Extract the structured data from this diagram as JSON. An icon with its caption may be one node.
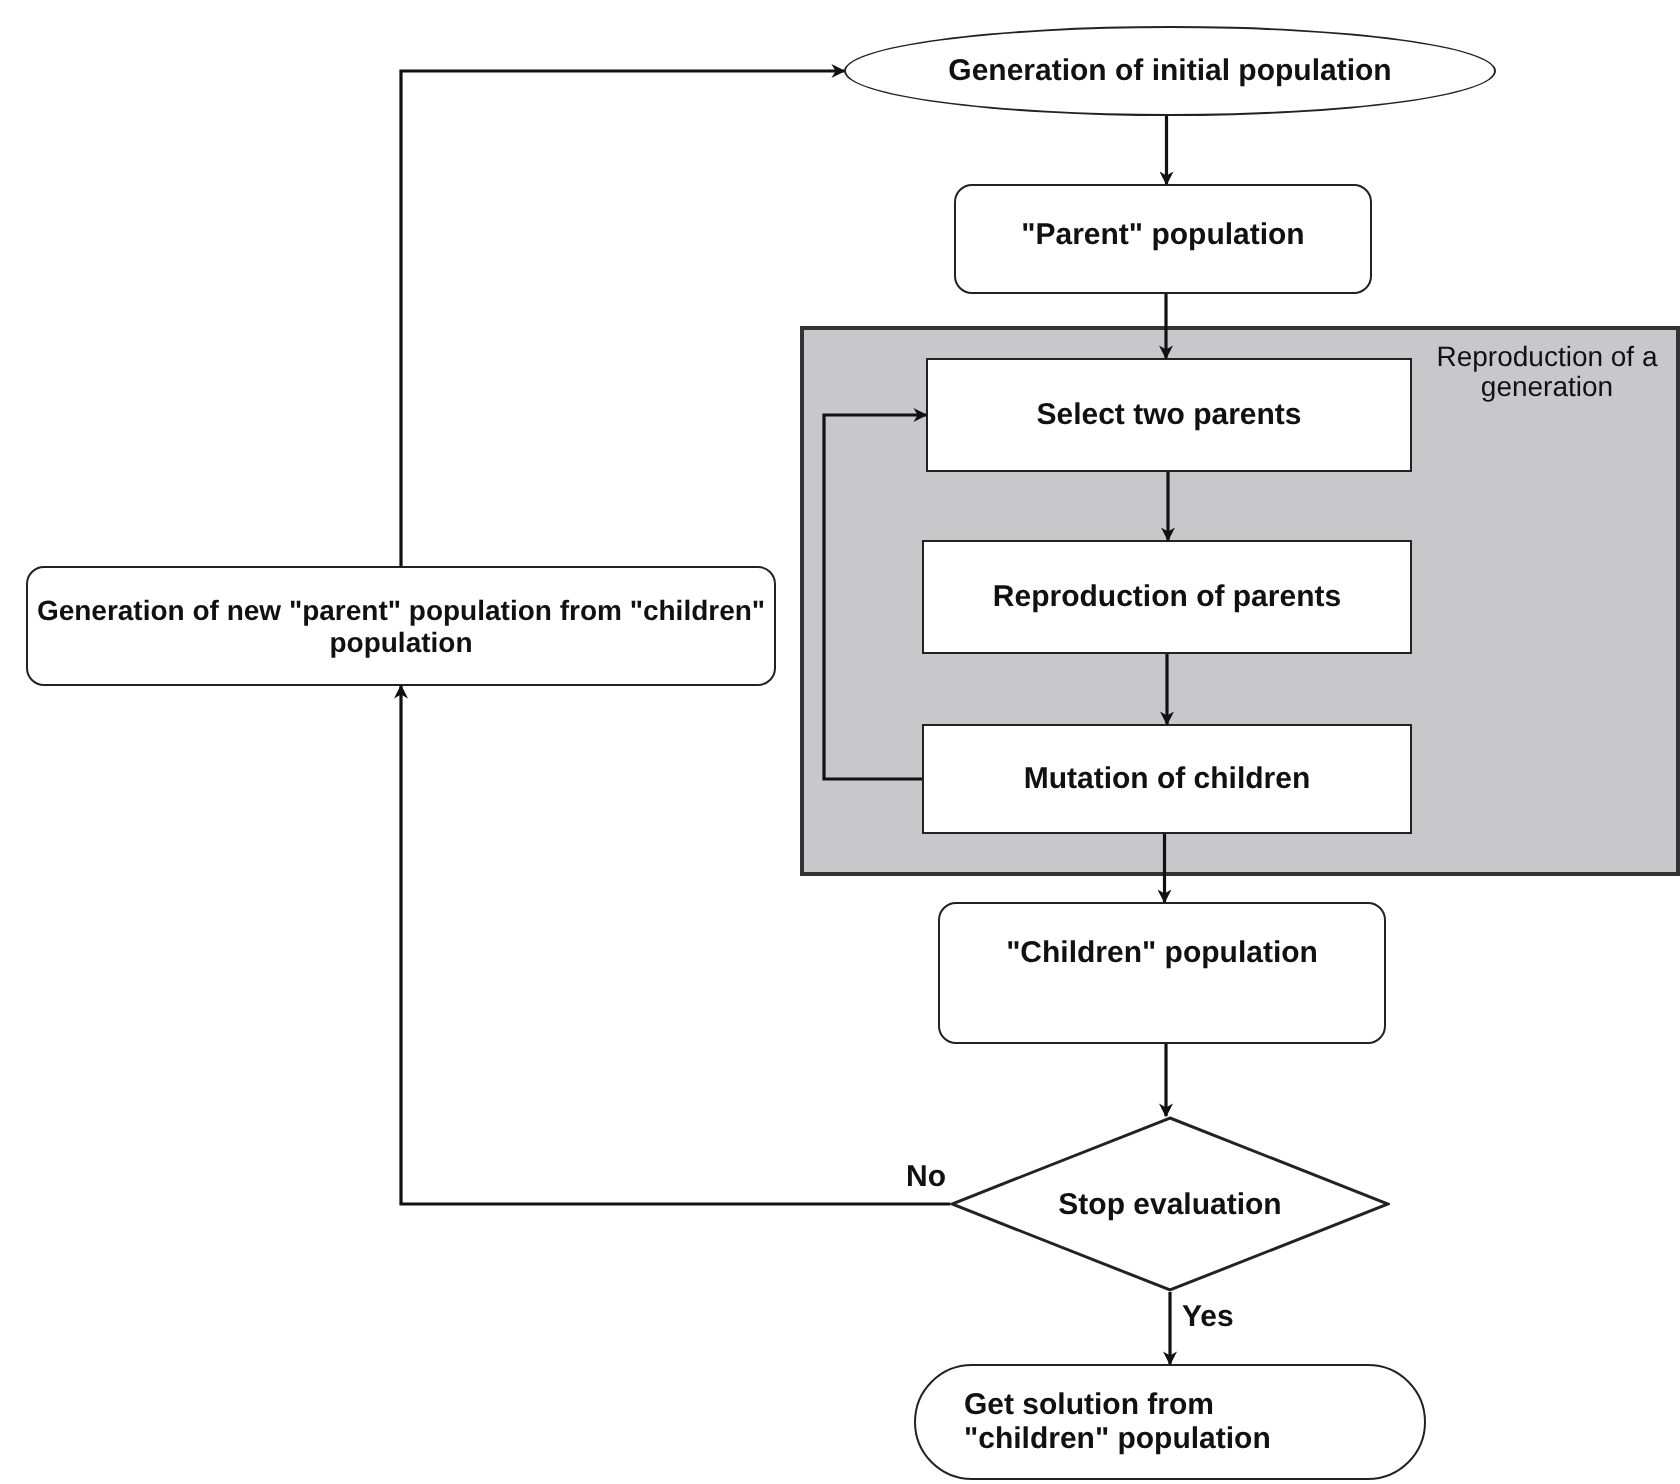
{
  "diagram": {
    "nodes": [
      {
        "text": [
          "Generation of initial population"
        ]
      },
      {
        "text": [
          "\"Parent\" population"
        ]
      },
      {
        "text": [
          "Reproduction of a generation"
        ]
      },
      {
        "text": [
          "Select two parents"
        ],
        "in": 2
      },
      {
        "text": [
          "Reproduction of parents"
        ],
        "in": 2
      },
      {
        "text": [
          "Mutation of children"
        ],
        "in": 2
      },
      {
        "text": [
          "\"Children\" population"
        ]
      },
      {
        "text": [
          "Stop evaluation"
        ]
      },
      {
        "text": [
          "Get solution from \"children\" population"
        ]
      },
      {
        "text": [
          "Generation of new \"parent\" population from \"children\" population"
        ]
      }
    ],
    "edges": [
      {
        "from": 0,
        "to": 1,
        "arrow": "to"
      },
      {
        "from": 1,
        "to": 3,
        "arrow": "to"
      },
      {
        "from": 3,
        "to": 4,
        "arrow": "to"
      },
      {
        "from": 4,
        "to": 5,
        "arrow": "to"
      },
      {
        "from": 5,
        "to": 3,
        "arrow": "to"
      },
      {
        "from": 5,
        "to": 6,
        "arrow": "to"
      },
      {
        "from": 6,
        "to": 7,
        "arrow": "to"
      },
      {
        "from": 7,
        "to": 8,
        "arrow": "to",
        "label": "Yes"
      },
      {
        "from": 7,
        "to": 9,
        "arrow": "to",
        "label": "No"
      },
      {
        "from": 9,
        "to": 0,
        "arrow": "to"
      }
    ]
  }
}
